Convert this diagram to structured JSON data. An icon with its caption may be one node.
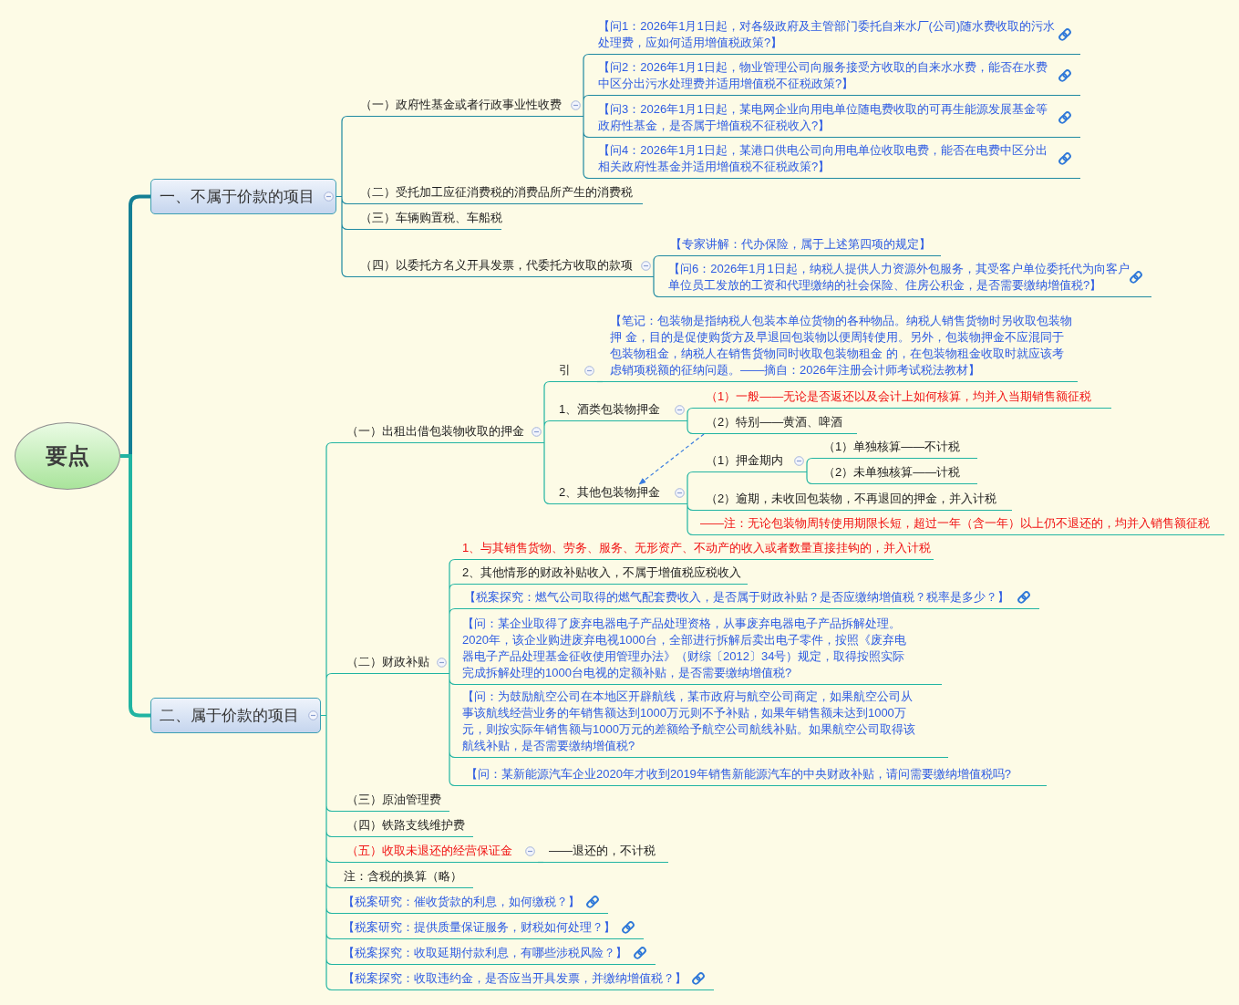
{
  "diagram": {
    "nodes": [
      {
        "text": [
          "要点"
        ]
      },
      {
        "text": [
          "一、不属于价款的项目"
        ]
      },
      {
        "text": [
          "（一）政府性基金或者行政事业性收费"
        ]
      },
      {
        "text": [
          "【问1：2026年1月1日起，对各级政府及主管部门委托自来水厂(公司)随水费收取的污水处理费，应如何适用增值税政策?】"
        ]
      },
      {
        "text": [
          "【问2：2026年1月1日起，物业管理公司向服务接受方收取的自来水水费，能否在水费中区分出污水处理费并适用增值税不征税政策?】"
        ]
      },
      {
        "text": [
          "【问3：2026年1月1日起，某电网企业向用电单位随电费收取的可再生能源发展基金等政府性基金，是否属于增值税不征税收入?】"
        ]
      },
      {
        "text": [
          "【问4：2026年1月1日起，某港口供电公司向用电单位收取电费，能否在电费中区分出相关政府性基金并适用增值税不征税政策?】"
        ]
      },
      {
        "text": [
          "（二）受托加工应征消费税的消费品所产生的消费税"
        ]
      },
      {
        "text": [
          "（三）车辆购置税、车船税"
        ]
      },
      {
        "text": [
          "（四）以委托方名义开具发票，代委托方收取的款项"
        ]
      },
      {
        "text": [
          "【专家讲解：代办保险，属于上述第四项的规定】"
        ]
      },
      {
        "text": [
          "【问6：2026年1月1日起，纳税人提供人力资源外包服务，其受客户单位委托代为向客户单位员工发放的工资和代理缴纳的社会保险、住房公积金，是否需要缴纳增值税?】"
        ]
      },
      {
        "text": [
          "二、属于价款的项目"
        ]
      },
      {
        "text": [
          "（一）出租出借包装物收取的押金"
        ]
      },
      {
        "text": [
          "引"
        ]
      },
      {
        "text": [
          "【笔记：包装物是指纳税人包装本单位货物的各种物品。纳税人销售货物时另收取包装物押 金，目的是促使购货方及早退回包装物以便周转使用。另外，包装物押金不应混同于包装物租金，纳税人在销售货物同时收取包装物租金 的，在包装物租金收取时就应该考虑销项税额的征纳问题。——摘自：2026年注册会计师考试税法教材】"
        ]
      },
      {
        "text": [
          "1、酒类包装物押金"
        ]
      },
      {
        "text": [
          "（1）一般——无论是否返还以及会计上如何核算，均并入当期销售额征税"
        ]
      },
      {
        "text": [
          "（2）特别——黄酒、啤酒"
        ]
      },
      {
        "text": [
          "2、其他包装物押金"
        ]
      },
      {
        "text": [
          "（1）押金期内"
        ]
      },
      {
        "text": [
          "（1）单独核算——不计税"
        ]
      },
      {
        "text": [
          "（2）未单独核算——计税"
        ]
      },
      {
        "text": [
          "（2）逾期，未收回包装物，不再退回的押金，并入计税"
        ]
      },
      {
        "text": [
          "——注：无论包装物周转使用期限长短，超过一年（含一年）以上仍不退还的，均并入销售额征税"
        ]
      },
      {
        "text": [
          "（二）财政补贴"
        ]
      },
      {
        "text": [
          "1、与其销售货物、劳务、服务、无形资产、不动产的收入或者数量直接挂钩的，并入计税"
        ]
      },
      {
        "text": [
          "2、其他情形的财政补贴收入，不属于增值税应税收入"
        ]
      },
      {
        "text": [
          "【税案探究：燃气公司取得的燃气配套费收入，是否属于财政补贴？是否应缴纳增值税？税率是多少？】"
        ]
      },
      {
        "text": [
          "【问：某企业取得了废弃电器电子产品处理资格，从事废弃电器电子产品拆解处理。2020年，该企业购进废弃电视1000台，全部进行拆解后卖出电子零件，按照《废弃电器电子产品处理基金征收使用管理办法》（财综〔2012〕34号）规定，取得按照实际完成拆解处理的1000台电视的定额补贴，是否需要缴纳增值税?"
        ]
      },
      {
        "text": [
          "【问：为鼓励航空公司在本地区开辟航线，某市政府与航空公司商定，如果航空公司从事该航线经营业务的年销售额达到1000万元则不予补贴，如果年销售额未达到1000万元，则按实际年销售额与1000万元的差额给予航空公司航线补贴。如果航空公司取得该航线补贴，是否需要缴纳增值税?"
        ]
      },
      {
        "text": [
          "【问：某新能源汽车企业2020年才收到2019年销售新能源汽车的中央财政补贴，请问需要缴纳增值税吗?"
        ]
      },
      {
        "text": [
          "（三）原油管理费"
        ]
      },
      {
        "text": [
          "（四）铁路支线维护费"
        ]
      },
      {
        "text": [
          "（五）收取未退还的经营保证金"
        ]
      },
      {
        "text": [
          "——退还的，不计税"
        ]
      },
      {
        "text": [
          "注：含税的换算（略）"
        ]
      },
      {
        "text": [
          "【税案研究：催收货款的利息，如何缴税？】"
        ]
      },
      {
        "text": [
          "【税案研究：提供质量保证服务，财税如何处理？】"
        ]
      },
      {
        "text": [
          "【税案探究：收取延期付款利息，有哪些涉税风险？】"
        ]
      },
      {
        "text": [
          "【税案探究：收取违约金，是否应当开具发票，并缴纳增值税？】"
        ]
      }
    ],
    "edges": [
      {
        "from": 0,
        "to": 1,
        "arrow": "none",
        "style": "thick",
        "color": "#147f95"
      },
      {
        "from": 0,
        "to": 12,
        "arrow": "none",
        "style": "thick"
      },
      {
        "from": 1,
        "to": 2,
        "arrow": "none",
        "color": "#1f89a1"
      },
      {
        "from": 2,
        "to": 3,
        "arrow": "none",
        "color": "#1f89a1"
      },
      {
        "from": 2,
        "to": 4,
        "arrow": "none",
        "color": "#1f89a1"
      },
      {
        "from": 2,
        "to": 5,
        "arrow": "none",
        "color": "#1f89a1"
      },
      {
        "from": 2,
        "to": 6,
        "arrow": "none",
        "color": "#1f89a1"
      },
      {
        "from": 1,
        "to": 7,
        "arrow": "none",
        "color": "#1f89a1"
      },
      {
        "from": 1,
        "to": 8,
        "arrow": "none",
        "color": "#1f89a1"
      },
      {
        "from": 1,
        "to": 9,
        "arrow": "none",
        "color": "#1f89a1"
      },
      {
        "from": 9,
        "to": 10,
        "arrow": "none",
        "color": "#1f89a1"
      },
      {
        "from": 9,
        "to": 11,
        "arrow": "none",
        "color": "#1f89a1"
      },
      {
        "from": 12,
        "to": 13,
        "arrow": "none"
      },
      {
        "from": 13,
        "to": 14,
        "arrow": "none"
      },
      {
        "from": 14,
        "to": 15,
        "arrow": "none"
      },
      {
        "from": 13,
        "to": 16,
        "arrow": "none"
      },
      {
        "from": 16,
        "to": 17,
        "arrow": "none"
      },
      {
        "from": 16,
        "to": 18,
        "arrow": "none"
      },
      {
        "from": 13,
        "to": 19,
        "arrow": "none"
      },
      {
        "from": 19,
        "to": 20,
        "arrow": "none"
      },
      {
        "from": 20,
        "to": 21,
        "arrow": "none"
      },
      {
        "from": 20,
        "to": 22,
        "arrow": "none"
      },
      {
        "from": 19,
        "to": 23,
        "arrow": "none"
      },
      {
        "from": 19,
        "to": 24,
        "arrow": "none"
      },
      {
        "from": 12,
        "to": 25,
        "arrow": "none"
      },
      {
        "from": 25,
        "to": 26,
        "arrow": "none"
      },
      {
        "from": 25,
        "to": 27,
        "arrow": "none"
      },
      {
        "from": 25,
        "to": 28,
        "arrow": "none"
      },
      {
        "from": 25,
        "to": 29,
        "arrow": "none"
      },
      {
        "from": 25,
        "to": 30,
        "arrow": "none"
      },
      {
        "from": 25,
        "to": 31,
        "arrow": "none"
      },
      {
        "from": 12,
        "to": 32,
        "arrow": "none"
      },
      {
        "from": 12,
        "to": 33,
        "arrow": "none"
      },
      {
        "from": 12,
        "to": 34,
        "arrow": "none"
      },
      {
        "from": 34,
        "to": 35,
        "arrow": "none"
      },
      {
        "from": 12,
        "to": 36,
        "arrow": "none"
      },
      {
        "from": 12,
        "to": 37,
        "arrow": "none"
      },
      {
        "from": 12,
        "to": 38,
        "arrow": "none"
      },
      {
        "from": 12,
        "to": 39,
        "arrow": "none"
      },
      {
        "from": 12,
        "to": 40,
        "arrow": "none"
      },
      {
        "from": 18,
        "to": 19,
        "arrow": "to",
        "style": "dashed",
        "color": "#3b7ddf"
      }
    ]
  }
}
